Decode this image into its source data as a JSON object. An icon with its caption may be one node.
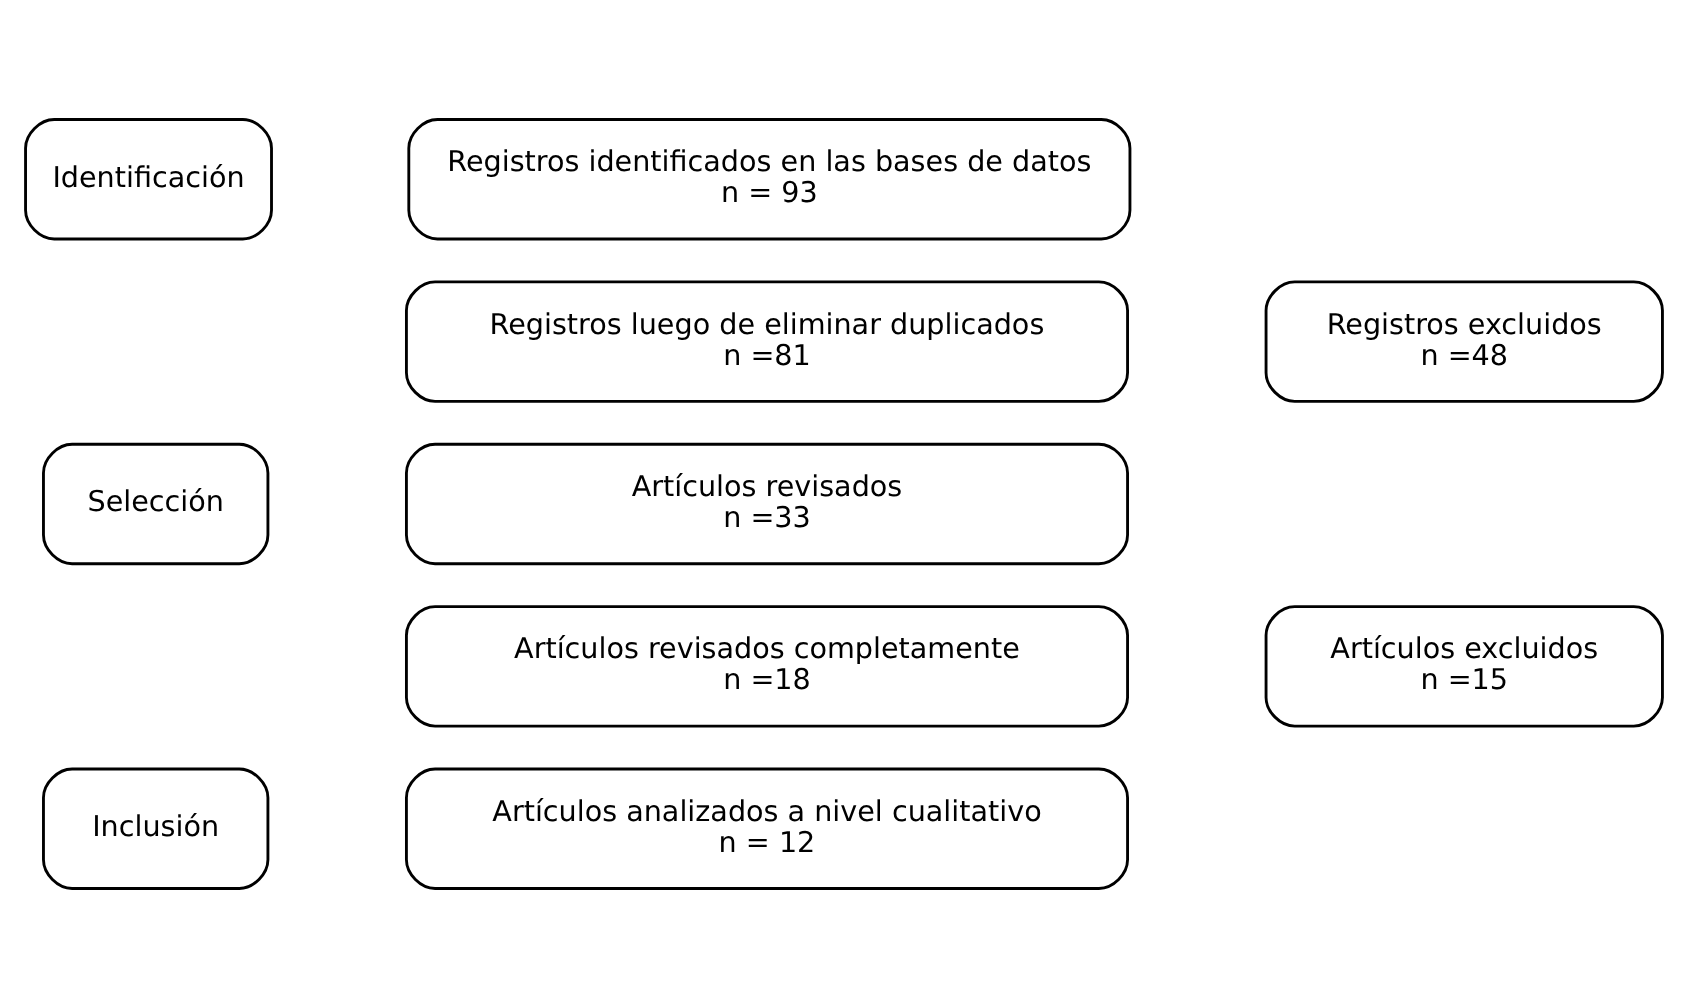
{
  "diagram": {
    "nodes": [
      {
        "text": [
          "Identificación"
        ]
      },
      {
        "text": [
          "Registros identificados en las bases de datos",
          "n = 93"
        ]
      },
      {
        "text": [
          "Registros luego de eliminar duplicados",
          "n =81"
        ]
      },
      {
        "text": [
          "Registros excluidos",
          "n =48"
        ]
      },
      {
        "text": [
          "Selección"
        ]
      },
      {
        "text": [
          "Artículos revisados",
          "n =33"
        ]
      },
      {
        "text": [
          "Artículos revisados completamente",
          "n =18"
        ]
      },
      {
        "text": [
          "Artículos excluidos",
          "n =15"
        ]
      },
      {
        "text": [
          "Inclusión"
        ]
      },
      {
        "text": [
          "Artículos analizados a nivel cualitativo",
          "n = 12"
        ]
      }
    ]
  }
}
